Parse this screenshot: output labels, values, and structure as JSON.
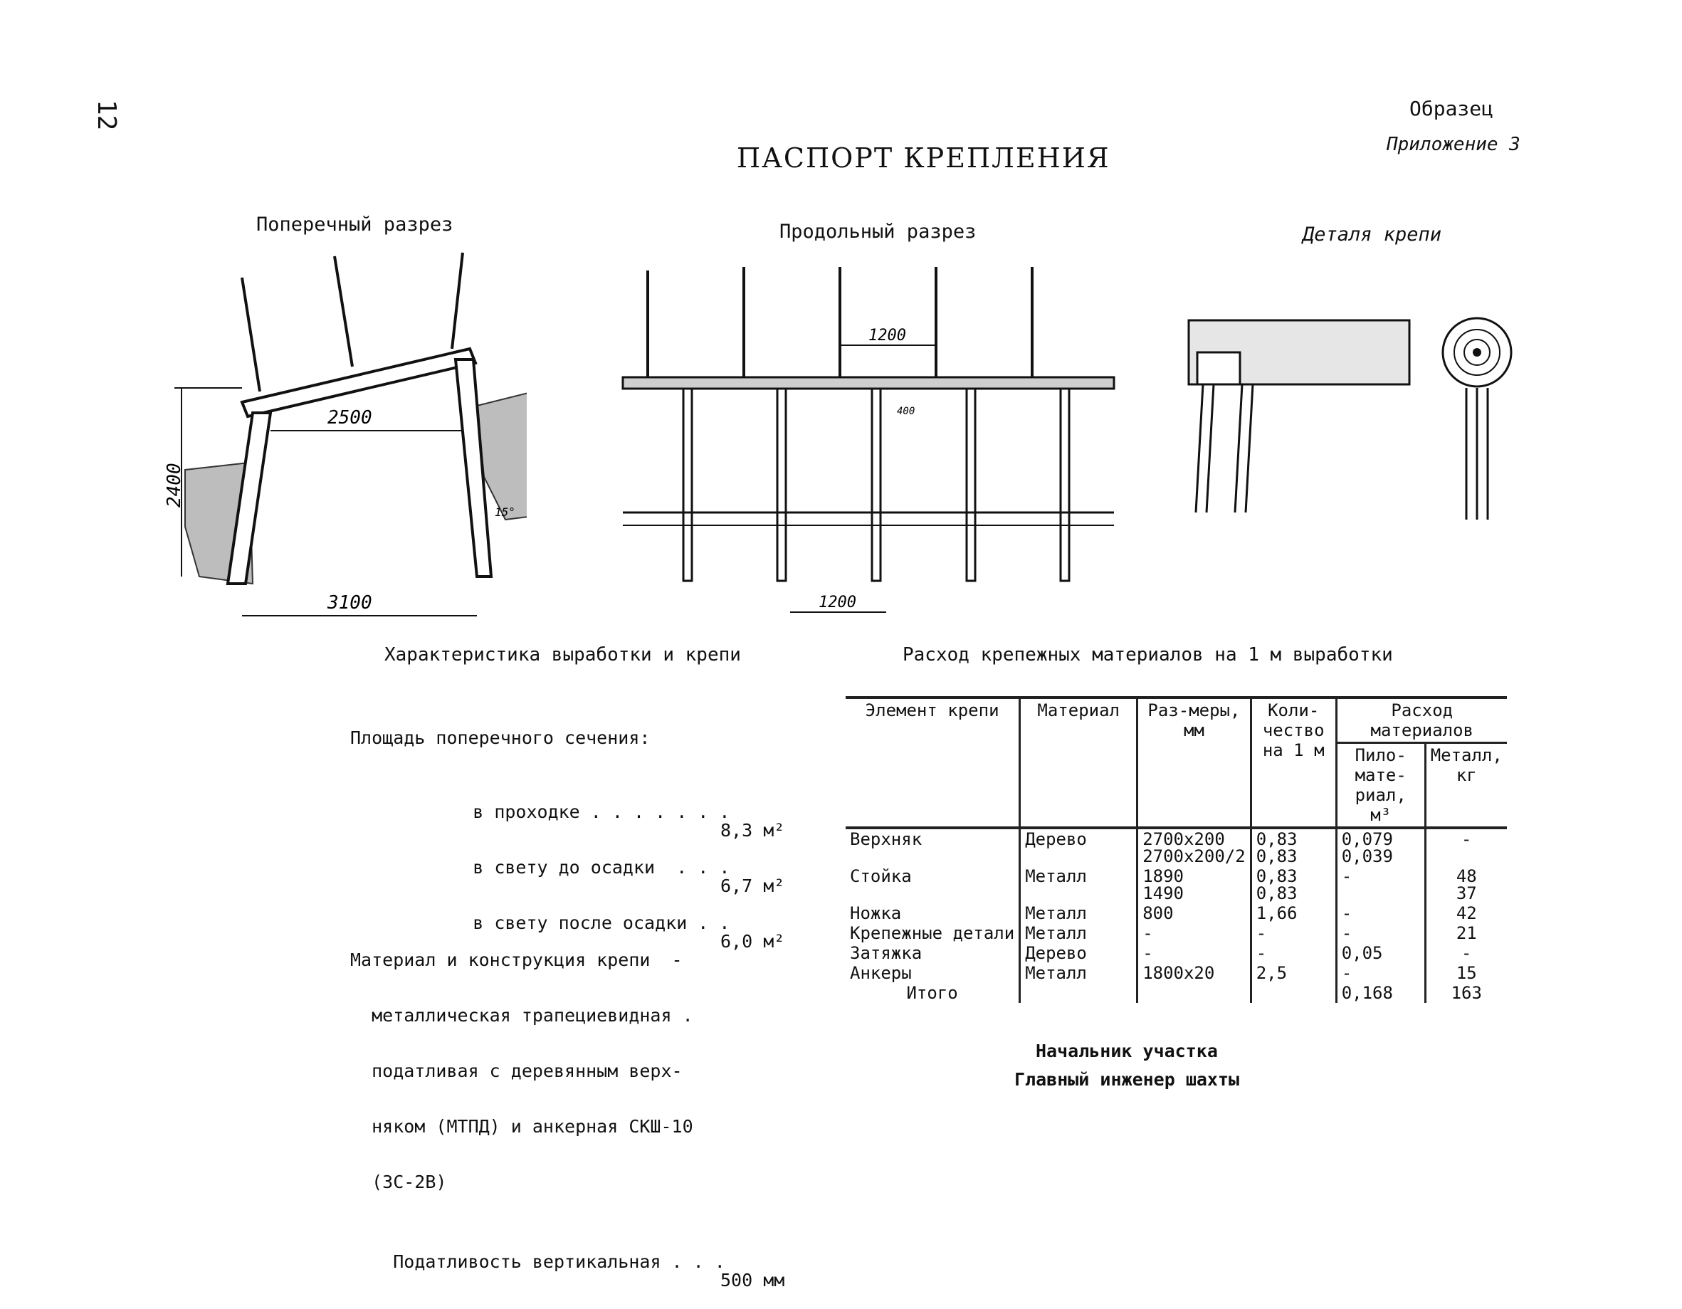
{
  "page_number": "12",
  "header": {
    "sample": "Образец",
    "appendix": "Приложение 3",
    "title": "ПАСПОРТ КРЕПЛЕНИЯ"
  },
  "drawings": {
    "cross_section": {
      "caption": "Поперечный разрез",
      "dim_top": "2500",
      "dim_height": "2400",
      "dim_bottom": "3100",
      "angle": "15°"
    },
    "long_section": {
      "caption": "Продольный разрез",
      "dim_top": "1200",
      "dim_small": "400",
      "dim_bottom": "1200"
    },
    "detail": {
      "caption": "Деталя крепи"
    }
  },
  "characteristics": {
    "title": "Характеристика выработки и крепи",
    "area_label": "Площадь поперечного сечения:",
    "rows": [
      {
        "label": "в проходке . . . . . . .",
        "value": "8,3 м²"
      },
      {
        "label": "в свету до осадки  . . .",
        "value": "6,7 м²"
      },
      {
        "label": "в свету после осадки . .",
        "value": "6,0 м²"
      }
    ],
    "material_lines": [
      "Материал и конструкция крепи  -",
      "  металлическая трапециевидная .",
      "  податливая с деревянным верх-",
      "  няком (МТПД) и анкерная СКШ-10",
      "  (ЗС-2В)"
    ],
    "compliance_label": "Податливость вертикальная . . .",
    "compliance_value": "500 мм"
  },
  "materials": {
    "title": "Расход крепежных материалов на 1 м выработки",
    "headers": {
      "element": "Элемент крепи",
      "material": "Материал",
      "size": "Раз-меры, мм",
      "qty": "Коли-чество на 1 м",
      "consumption": "Расход материалов",
      "lumber": "Пило-мате-риал, м³",
      "metal": "Металл, кг"
    },
    "rows": [
      {
        "element": "Верхняк",
        "material": "Дерево",
        "size": "2700х200\n2700х200/2",
        "qty": "0,83\n0,83",
        "lumber": "0,079\n0,039",
        "metal": "-"
      },
      {
        "element": "Стойка",
        "material": "Металл",
        "size": "1890\n1490",
        "qty": "0,83\n0,83",
        "lumber": "-",
        "metal": "48\n37"
      },
      {
        "element": "Ножка",
        "material": "Металл",
        "size": "800",
        "qty": "1,66",
        "lumber": "-",
        "metal": "42"
      },
      {
        "element": "Крепежные детали",
        "material": "Металл",
        "size": "-",
        "qty": "-",
        "lumber": "-",
        "metal": "21"
      },
      {
        "element": "Затяжка",
        "material": "Дерево",
        "size": "-",
        "qty": "-",
        "lumber": "0,05",
        "metal": "-"
      },
      {
        "element": "Анкеры",
        "material": "Металл",
        "size": "1800х20",
        "qty": "2,5",
        "lumber": "-",
        "metal": "15"
      },
      {
        "element": "Итого",
        "material": "",
        "size": "",
        "qty": "",
        "lumber": "0,168",
        "metal": "163"
      }
    ]
  },
  "signatures": {
    "chief": "Начальник участка",
    "engineer": "Главный инженер шахты"
  }
}
